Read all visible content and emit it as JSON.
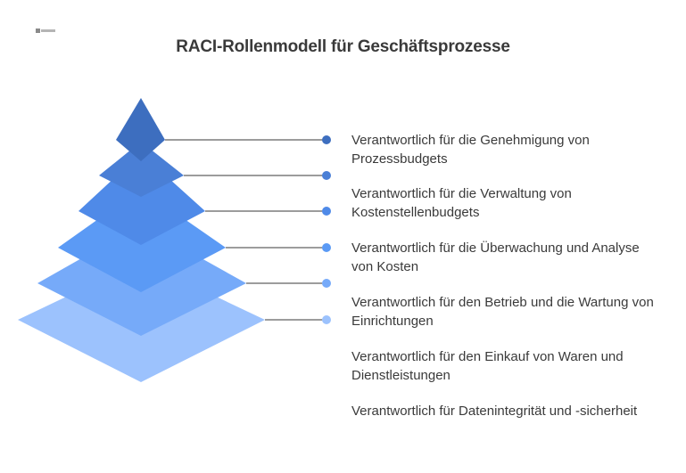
{
  "title": "RACI-Rollenmodell für Geschäftsprozesse",
  "levels": [
    {
      "text": "Verantwortlich für die Genehmigung von Prozessbudgets",
      "color": "#3d6ebf"
    },
    {
      "text": "Verantwortlich für die Verwaltung von Kostenstellenbudgets",
      "color": "#4a7fd6"
    },
    {
      "text": "Verantwortlich für die Überwachung und Analyse von Kosten",
      "color": "#4f8ae8"
    },
    {
      "text": "Verantwortlich für den Betrieb und die Wartung von Einrichtungen",
      "color": "#5b9af5"
    },
    {
      "text": "Verantwortlich für den Einkauf von Waren und Dienstleistungen",
      "color": "#76aaf9"
    },
    {
      "text": "Verantwortlich für Datenintegrität und -sicherheit",
      "color": "#9cc2fd"
    }
  ]
}
